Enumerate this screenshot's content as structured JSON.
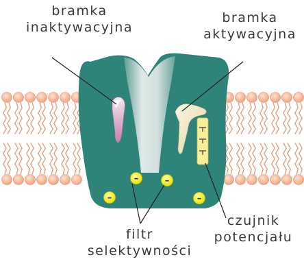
{
  "labels": {
    "inactivation_gate": {
      "line1": "bramka",
      "line2": "inaktywacyjna"
    },
    "activation_gate": {
      "line1": "bramka",
      "line2": "aktywacyjna"
    },
    "selectivity_filter": {
      "line1": "filtr",
      "line2": "selektywności"
    },
    "voltage_sensor": {
      "line1": "czujnik",
      "line2": "potencjału"
    }
  },
  "charge_symbol": "–",
  "colors": {
    "channel_protein": "#2f8479",
    "pore": "#d7e4e3",
    "lipid_head": "#f6b08e",
    "lipid_tail": "#e39b7a",
    "inactivation_gate": "#d9a2c4",
    "activation_gate": "#f1e8c4",
    "voltage_sensor": "#f5ef9a",
    "ion": "#f0ea18",
    "text": "#3a3a3a",
    "leader_line": "#222222"
  }
}
